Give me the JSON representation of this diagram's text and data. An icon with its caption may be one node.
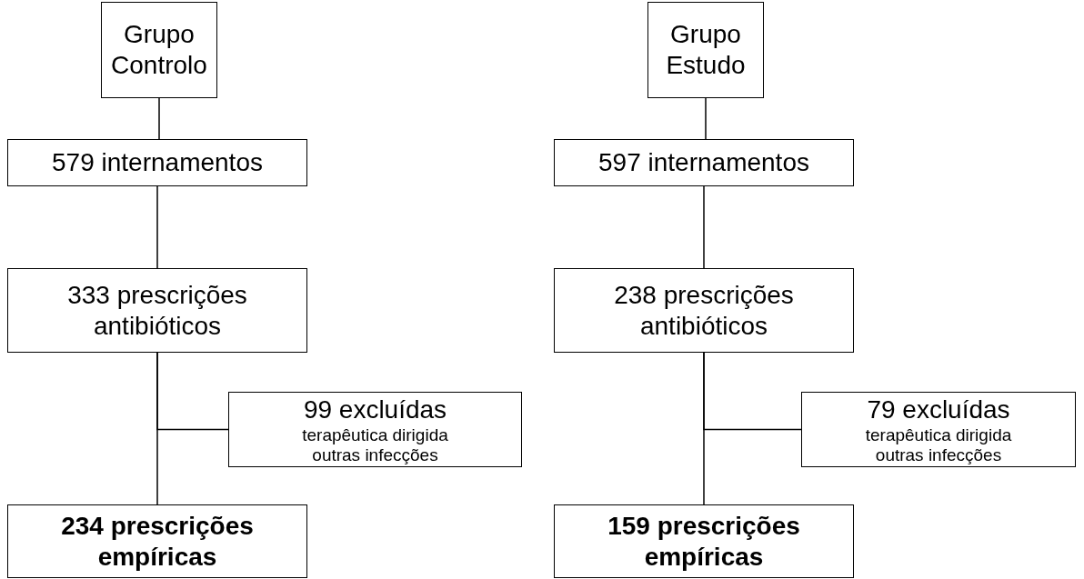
{
  "diagram": {
    "nodes": [
      {
        "text": [
          "Grupo Controlo"
        ]
      },
      {
        "text": [
          "579 internamentos"
        ]
      },
      {
        "text": [
          "333 prescrições antibióticos"
        ]
      },
      {
        "text": [
          "99 excluídas",
          "terapêutica dirigida",
          "outras infecções"
        ]
      },
      {
        "text": [
          "234 prescrições empíricas"
        ]
      },
      {
        "text": [
          "Grupo Estudo"
        ]
      },
      {
        "text": [
          "597 internamentos"
        ]
      },
      {
        "text": [
          "238 prescrições antibióticos"
        ]
      },
      {
        "text": [
          "79 excluídas",
          "terapêutica dirigida",
          "outras infecções"
        ]
      },
      {
        "text": [
          "159 prescrições empíricas"
        ]
      }
    ],
    "edges": [
      {
        "from": 0,
        "to": 1,
        "arrow": "none"
      },
      {
        "from": 1,
        "to": 2,
        "arrow": "none"
      },
      {
        "from": 2,
        "to": 3,
        "arrow": "none"
      },
      {
        "from": 2,
        "to": 4,
        "arrow": "none"
      },
      {
        "from": 5,
        "to": 6,
        "arrow": "none"
      },
      {
        "from": 6,
        "to": 7,
        "arrow": "none"
      },
      {
        "from": 7,
        "to": 8,
        "arrow": "none"
      },
      {
        "from": 7,
        "to": 9,
        "arrow": "none"
      }
    ]
  }
}
